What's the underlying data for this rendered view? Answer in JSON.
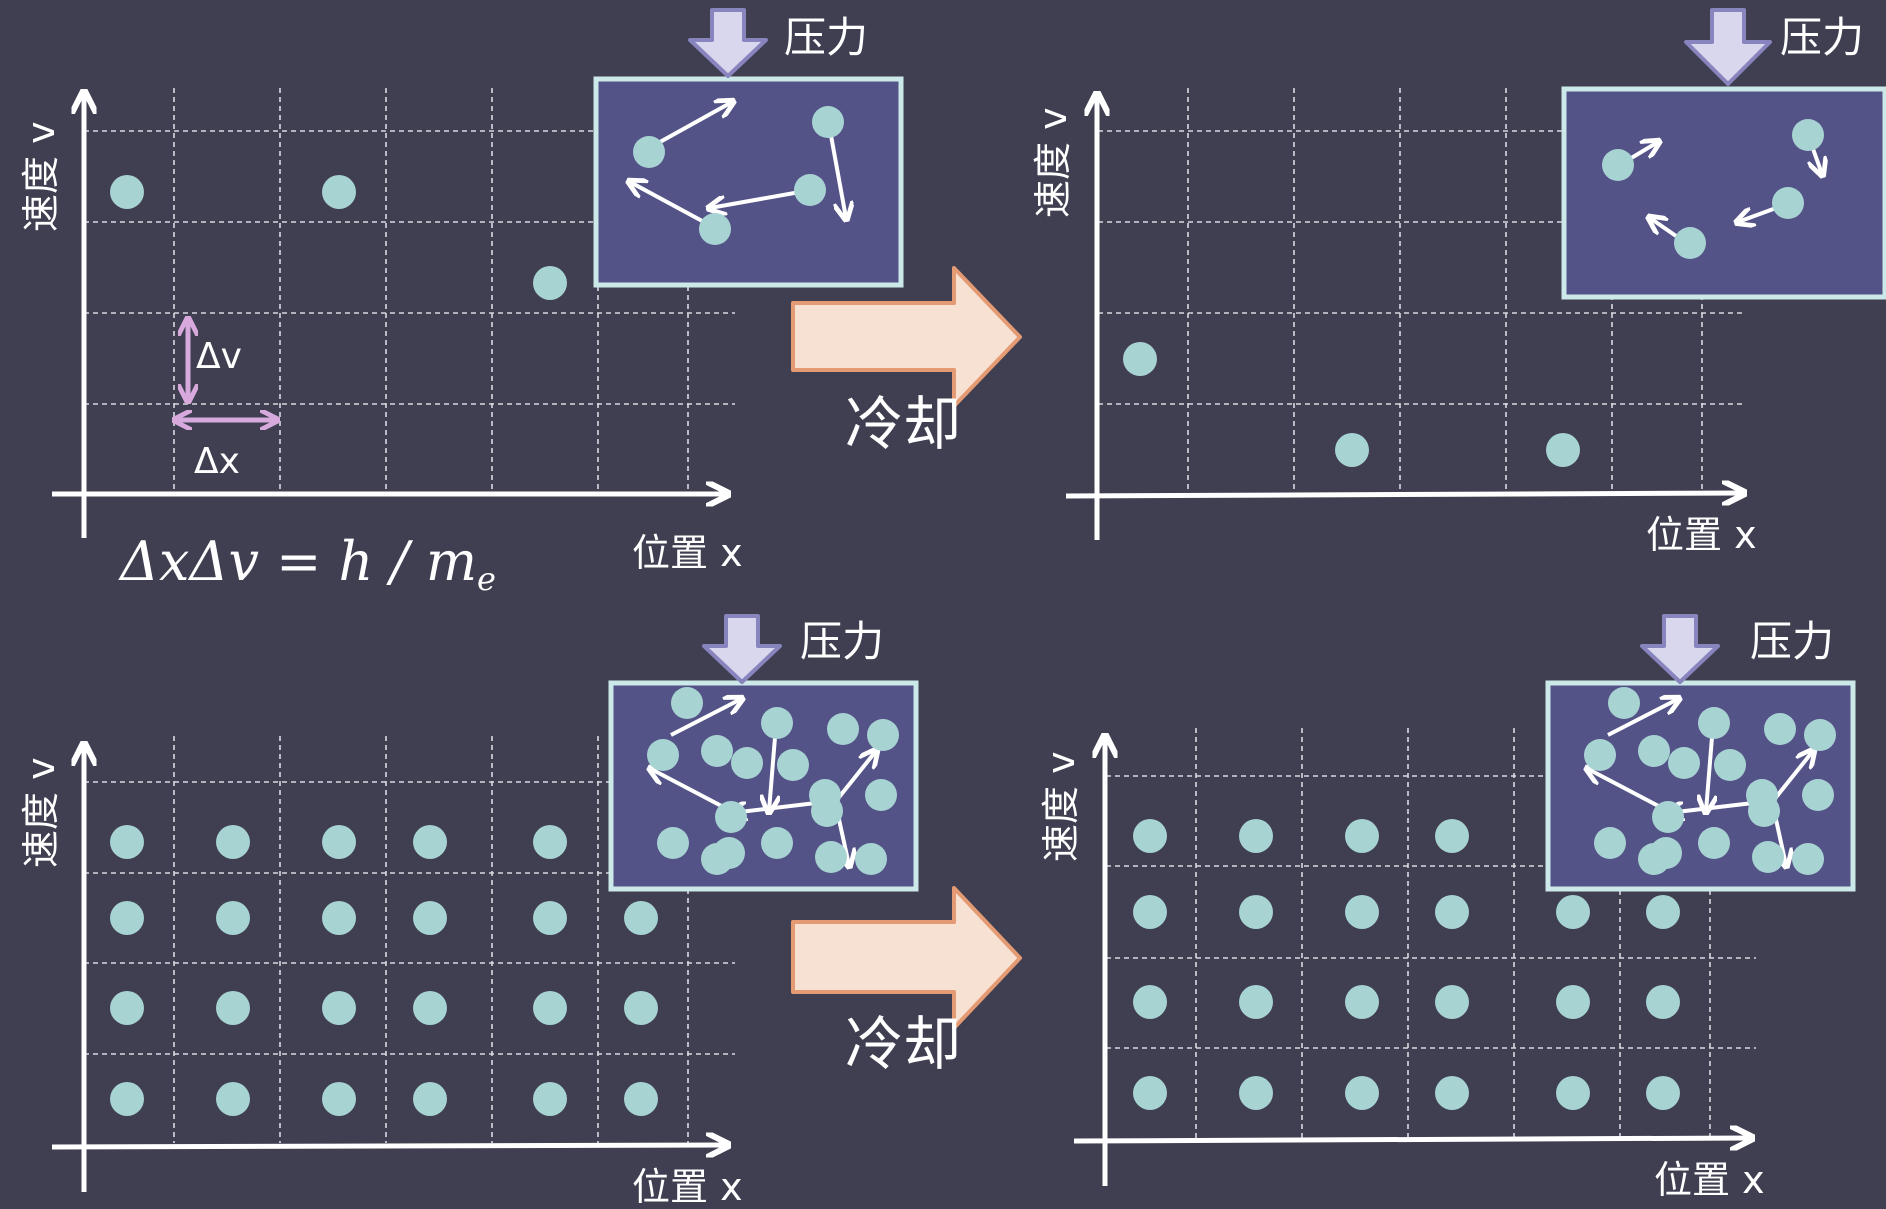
{
  "colors": {
    "background": "#3f3f51",
    "particle": "#a8d3d3",
    "box_fill": "#545387",
    "box_border": "#cce9e9",
    "pressure_arrow_fill": "#d9d7ee",
    "pressure_arrow_stroke": "#8884be",
    "cooling_arrow_fill": "#f7e1d3",
    "cooling_arrow_stroke": "#e49a72",
    "delta_arrow": "#d7a9dc",
    "grid": "#d9d9e0",
    "axis": "#ffffff"
  },
  "icons": {
    "pressure_arrow": "down-arrow-icon",
    "cooling_arrow": "right-block-arrow-icon",
    "velocity_arrow": "arrow-icon",
    "particle": "circle-icon"
  },
  "labels": {
    "y_axis": "速度 v",
    "x_axis": "位置 x",
    "pressure": "压力",
    "cooling": "冷却",
    "delta_v": "Δv",
    "delta_x": "Δx"
  },
  "formula": {
    "lhs": "ΔxΔv = h / m",
    "subscript": "e"
  },
  "panels": [
    {
      "id": "low-density-hot",
      "occupied_cells": [
        [
          0,
          1
        ],
        [
          2,
          1
        ],
        [
          4,
          2
        ]
      ],
      "box_particles": 4,
      "shows_delta_cell": true
    },
    {
      "id": "low-density-cooled",
      "occupied_cells": [
        [
          0,
          3
        ],
        [
          2,
          4
        ],
        [
          4,
          4
        ]
      ],
      "box_particles": 4,
      "shows_delta_cell": false
    },
    {
      "id": "high-density-hot",
      "occupied_rows": 4,
      "occupied_columns": 6,
      "box_particles": 18
    },
    {
      "id": "high-density-cooled",
      "occupied_rows": 4,
      "occupied_columns": 6,
      "box_particles": 18
    }
  ]
}
